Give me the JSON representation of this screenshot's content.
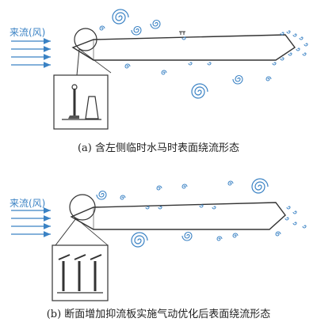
{
  "panel_a": {
    "flow_label": "来流(风)",
    "caption": "(a) 含左侧临时水马时表面绕流形态"
  },
  "panel_b": {
    "flow_label": "来流(风)",
    "caption": "(b) 断面增加抑流板实施气动优化后表面绕流形态"
  },
  "colors": {
    "flow": "#3a82c4",
    "structure": "#333333"
  }
}
